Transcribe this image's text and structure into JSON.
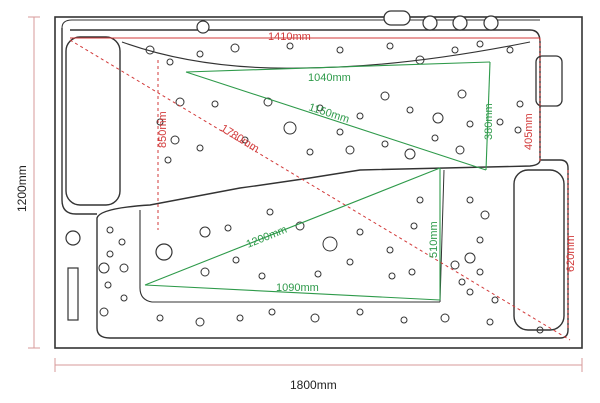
{
  "dimensions": {
    "overall_width": "1800mm",
    "overall_height": "1200mm",
    "top_inner_width": "1410mm",
    "upper_seat_width": "1040mm",
    "upper_diagonal": "1150mm",
    "upper_depth": "380mm",
    "upper_left_depth": "850mm",
    "main_diagonal": "1780mm",
    "right_upper_depth": "405mm",
    "lower_diagonal": "1200mm",
    "lower_depth": "510mm",
    "lower_width": "1090mm",
    "right_lower_depth": "620mm"
  },
  "colors": {
    "outline": "#333333",
    "dimension_red": "#d23a3a",
    "dimension_green": "#2e9a4a",
    "overall_dim": "#d79a9a"
  }
}
